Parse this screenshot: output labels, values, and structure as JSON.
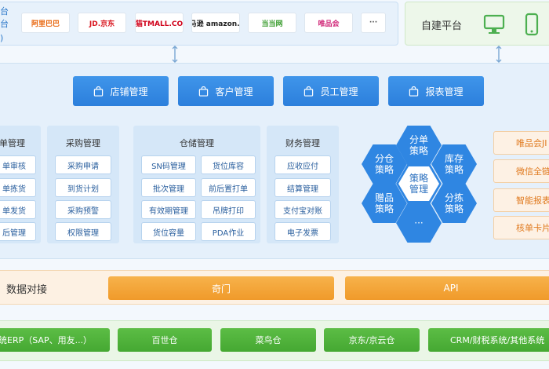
{
  "platforms": {
    "band_partial_text": [
      "台",
      "台",
      ")"
    ],
    "logos": [
      {
        "label": "阿里巴巴",
        "color": "#e8650c"
      },
      {
        "label": "JD.京东",
        "color": "#d9161f"
      },
      {
        "label": "天猫TMALL.COM",
        "color": "#d0021b"
      },
      {
        "label": "亚马逊 amazon.cn",
        "color": "#222222"
      },
      {
        "label": "当当网",
        "color": "#3a9c2e"
      },
      {
        "label": "唯品会",
        "color": "#d12a7a"
      },
      {
        "label": "···",
        "color": "#555555"
      }
    ],
    "self_built": "自建平台",
    "self_icons": [
      "monitor-icon",
      "phone-icon"
    ]
  },
  "management": [
    "店铺管理",
    "客户管理",
    "员工管理",
    "报表管理"
  ],
  "modules": {
    "order": {
      "title": "单管理",
      "items": [
        "单审核",
        "单拣货",
        "单发货",
        "后管理"
      ]
    },
    "purchase": {
      "title": "采购管理",
      "items": [
        "采购申请",
        "到货计划",
        "采购预警",
        "权限管理"
      ]
    },
    "warehouse": {
      "title": "仓储管理",
      "items": [
        "SN码管理",
        "货位库容",
        "批次管理",
        "前后置打单",
        "有效期管理",
        "吊牌打印",
        "货位容量",
        "PDA作业"
      ]
    },
    "finance": {
      "title": "财务管理",
      "items": [
        "应收应付",
        "结算管理",
        "支付宝对账",
        "电子发票"
      ]
    }
  },
  "strategies": {
    "center": "策略管理",
    "items": [
      "分单策略",
      "分仓策略",
      "库存策略",
      "赠品策略",
      "分拣策略",
      "···"
    ]
  },
  "vip_services": [
    "唯品会JI",
    "微信全链",
    "智能报表",
    "核单卡片"
  ],
  "data_integration": {
    "label": "数据对接",
    "qimen": "奇门",
    "api": "API"
  },
  "systems": [
    "统ERP（SAP、用友...）",
    "百世仓",
    "菜鸟仓",
    "京东/京云仓",
    "CRM/财税系统/其他系统"
  ],
  "colors": {
    "blue": "#2f86e2",
    "orange": "#f09a2a",
    "green": "#45a832"
  }
}
